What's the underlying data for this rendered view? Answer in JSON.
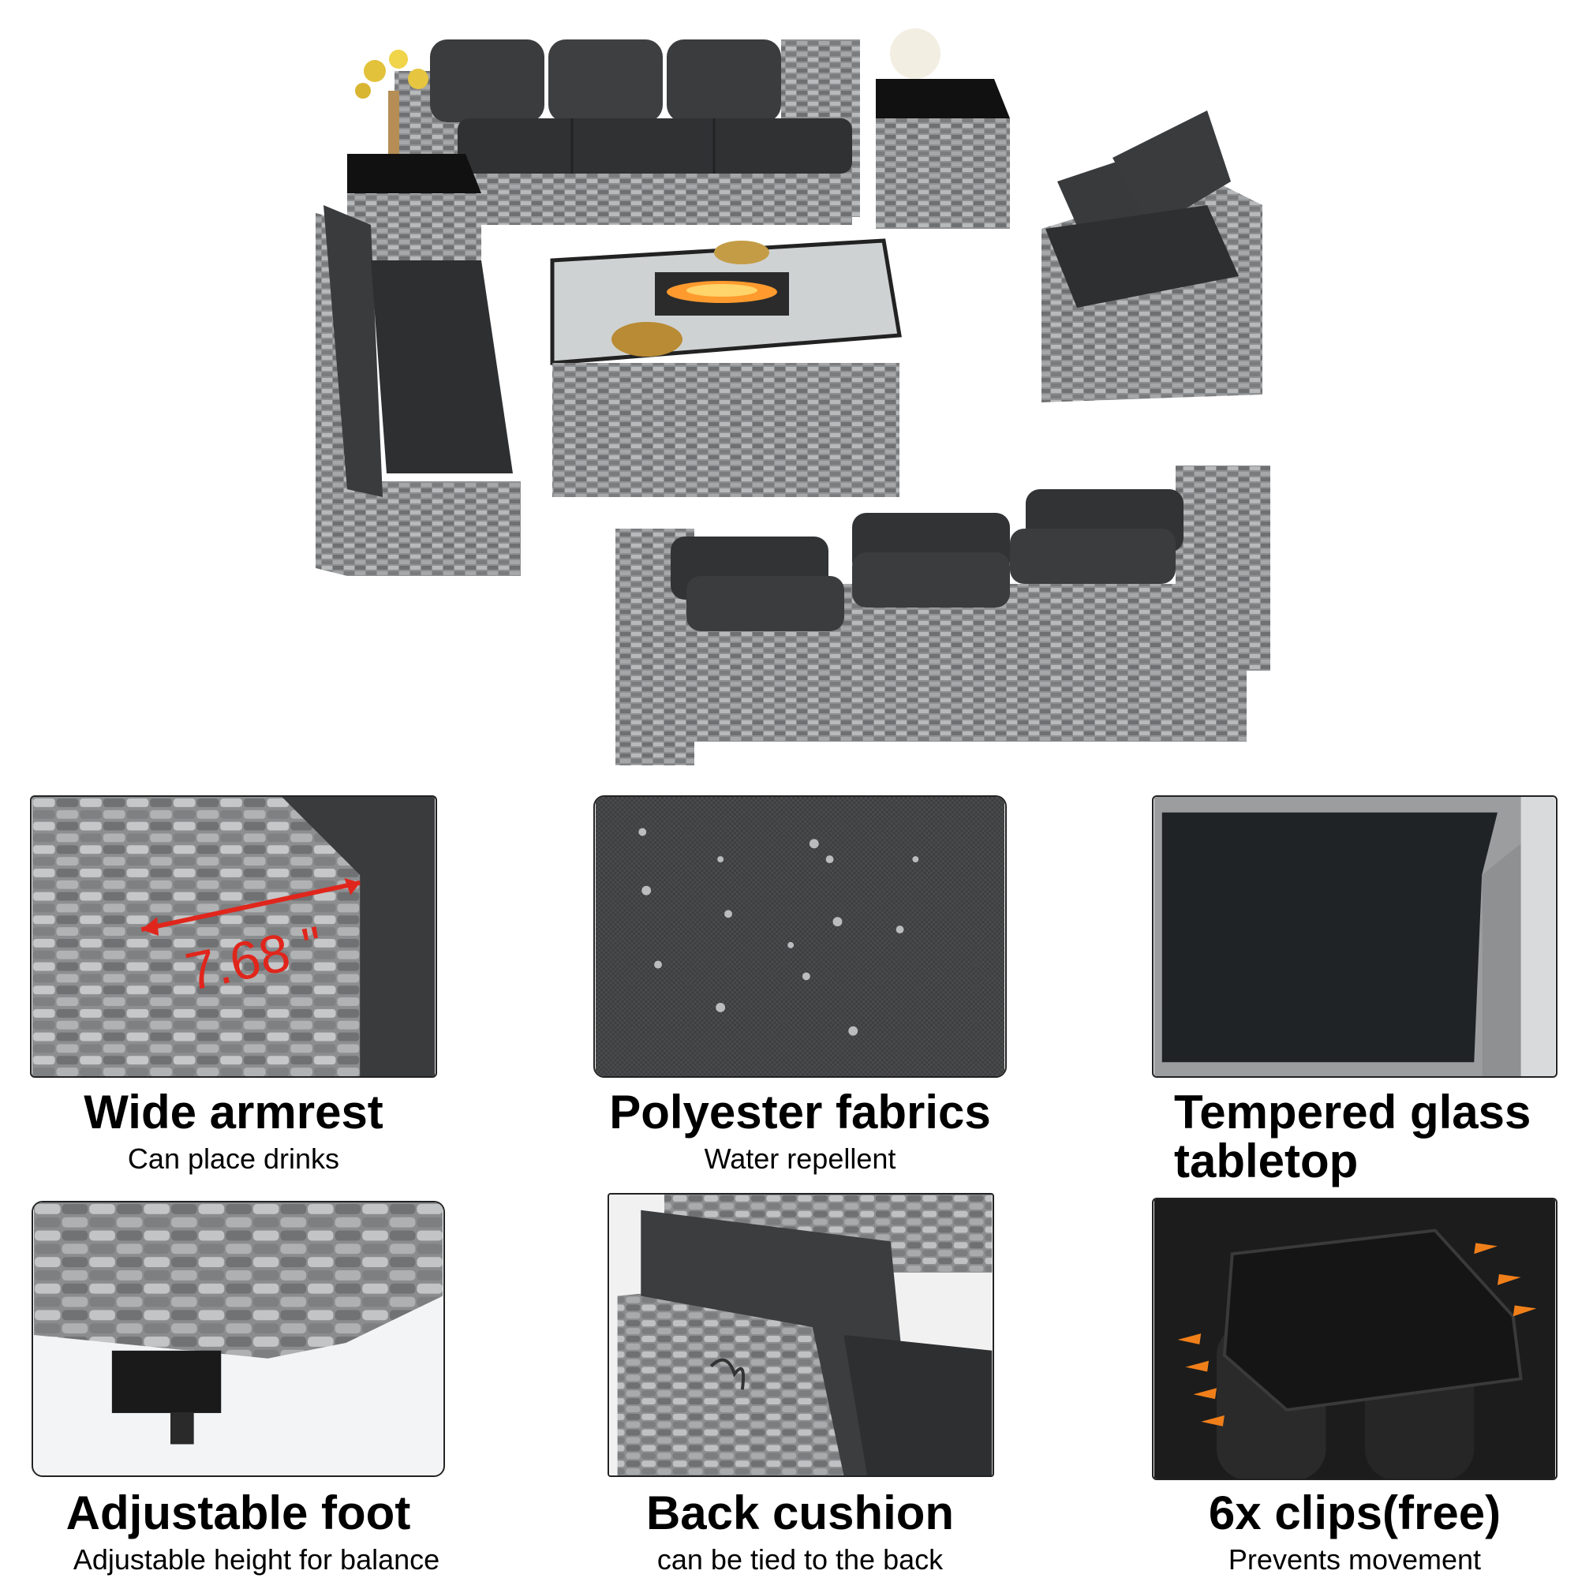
{
  "hero": {
    "description_icon": "outdoor-wicker-sectional-fire-pit-set"
  },
  "features": [
    {
      "title": "Wide armrest",
      "subtitle": "Can place drinks",
      "measure": "7.68 \"",
      "icon": "armrest-photo"
    },
    {
      "title": "Polyester fabrics",
      "subtitle": "Water repellent",
      "icon": "fabric-photo"
    },
    {
      "title": "Tempered glass tabletop",
      "title_line1": "Tempered glass",
      "title_line2": "tabletop",
      "icon": "glass-tabletop-photo"
    },
    {
      "title": "Adjustable foot",
      "subtitle": "Adjustable height for balance",
      "icon": "adjustable-foot-photo"
    },
    {
      "title": "Back cushion",
      "subtitle": "can be tied to the back",
      "icon": "back-cushion-photo"
    },
    {
      "title": "6x clips(free)",
      "subtitle": "Prevents movement",
      "icon": "clips-photo"
    }
  ],
  "colors": {
    "wicker": "#8d8f90",
    "cushion": "#3b3c3e",
    "accent_red": "#e0261c",
    "accent_orange": "#f07f1a"
  }
}
